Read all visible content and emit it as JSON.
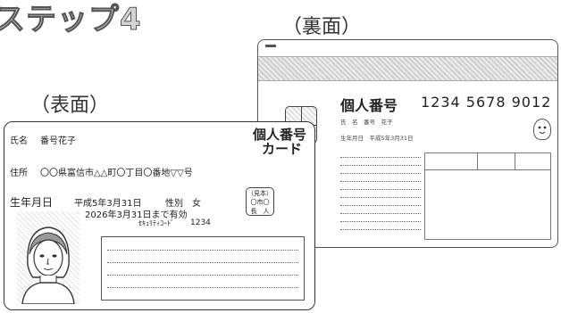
{
  "step_title": "ステップ4",
  "labels": {
    "back": "（裏面）",
    "front": "（表面）"
  },
  "back_card": {
    "number_label": "個人番号",
    "number_value": "1234 5678 9012",
    "small_name": "氏　名　番号　花子",
    "small_birth": "生年月日　平成5年3月31日"
  },
  "front_card": {
    "name_label": "氏名",
    "name_value": "番号花子",
    "card_title_line1": "個人番号",
    "card_title_line2": "カード",
    "address_label": "住所",
    "address_value": "〇〇県富信市△△町〇丁目〇番地▽▽号",
    "birth_label": "生年月日",
    "birth_value": "平成5年3月31日",
    "sex_label": "性別",
    "sex_value": "女",
    "validity": "2026年3月31日まで有効",
    "security_code_label": "ｾｷｭﾘﾃｨｺｰﾄﾞ",
    "security_code_value": "1234",
    "seal_line1": "（見本）",
    "seal_line2": "〇市〇",
    "seal_line3": "長　人"
  }
}
